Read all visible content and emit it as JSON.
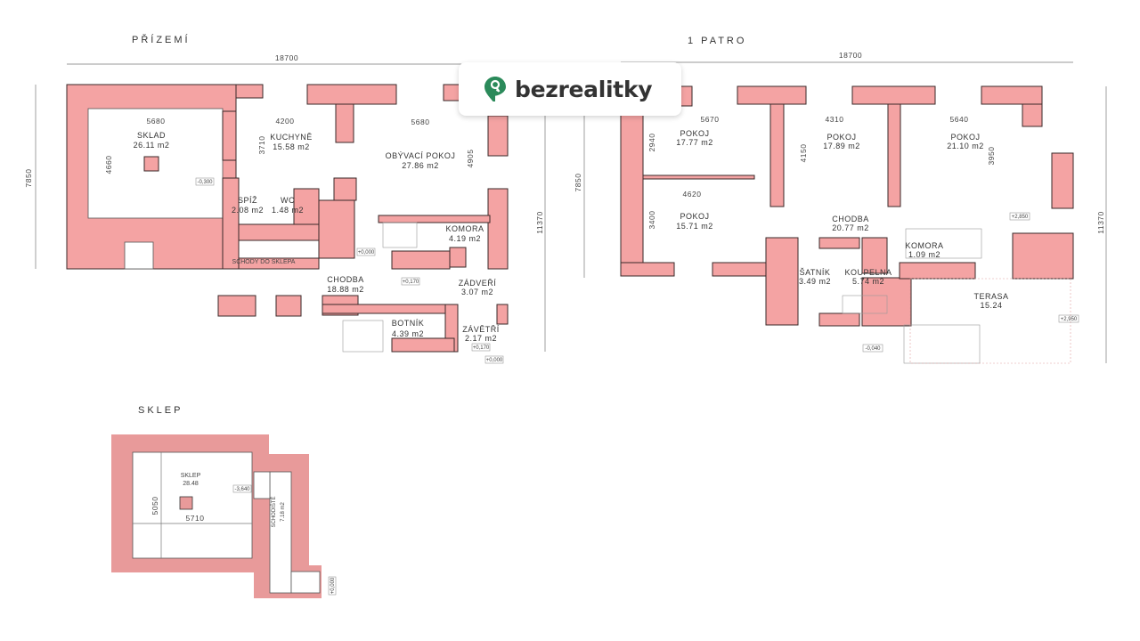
{
  "logo": {
    "text": "bezrealitky",
    "brand_color": "#2b8a5a"
  },
  "colors": {
    "wall": "#f4a3a3",
    "cellar_wall": "#e89a9a"
  },
  "ground_floor": {
    "title": "PŘÍZEMÍ",
    "width_dim": "18700",
    "height_dim_left": "7850",
    "height_dim_right": "11370",
    "rooms": [
      {
        "name": "SKLAD",
        "area": "26.11 m2",
        "dim_w": "5680",
        "dim_h": "4660",
        "level": "-0,300"
      },
      {
        "name": "KUCHYNĚ",
        "area": "15.58 m2",
        "dim_w": "4200",
        "dim_h": "3710"
      },
      {
        "name": "OBÝVACÍ POKOJ",
        "area": "27.86 m2",
        "dim_w": "5680",
        "dim_h": "4905"
      },
      {
        "name": "SPÍŽ",
        "area": "2.08 m2"
      },
      {
        "name": "WC",
        "area": "1.48 m2"
      },
      {
        "name": "SCHODY DO SKLEPA"
      },
      {
        "name": "KOMORA",
        "area": "4.19 m2"
      },
      {
        "name": "CHODBA",
        "area": "18.88 m2",
        "level": "+0,000",
        "level2": "+0,170"
      },
      {
        "name": "ZÁDVEŘÍ",
        "area": "3.07 m2"
      },
      {
        "name": "BOTNÍK",
        "area": "4.39 m2"
      },
      {
        "name": "ZÁVĚTŘÍ",
        "area": "2.17 m2",
        "level": "+0,170",
        "level2": "+0,000"
      }
    ]
  },
  "first_floor": {
    "title": "1 PATRO",
    "width_dim": "18700",
    "height_dim_left": "7850",
    "height_dim_right": "11370",
    "rooms": [
      {
        "name": "POKOJ",
        "area": "17.77 m2",
        "dim_w": "5670",
        "dim_h": "2940"
      },
      {
        "name": "POKOJ",
        "area": "17.89 m2",
        "dim_w": "4310",
        "dim_h": "4150"
      },
      {
        "name": "POKOJ",
        "area": "21.10 m2",
        "dim_w": "5640",
        "dim_h": "3950"
      },
      {
        "name": "POKOJ",
        "area": "15.71 m2",
        "dim_w": "4620",
        "dim_h": "3400"
      },
      {
        "name": "CHODBA",
        "area": "20.77 m2",
        "level": "+2,850"
      },
      {
        "name": "KOMORA",
        "area": "1.09 m2"
      },
      {
        "name": "ŠATNÍK",
        "area": "3.49 m2"
      },
      {
        "name": "KOUPELNA",
        "area": "5.74 m2"
      },
      {
        "name": "TERASA",
        "area": "15.24",
        "level": "+2,950",
        "level2": "-0,040"
      }
    ]
  },
  "cellar": {
    "title": "SKLEP",
    "rooms": [
      {
        "name": "SKLEP",
        "area": "28.48",
        "dim_w": "5710",
        "dim_h": "5050",
        "level": "-3,640"
      },
      {
        "name": "SCHODIŠTĚ",
        "area": "7.18 m2",
        "level": "+0,000"
      }
    ]
  }
}
